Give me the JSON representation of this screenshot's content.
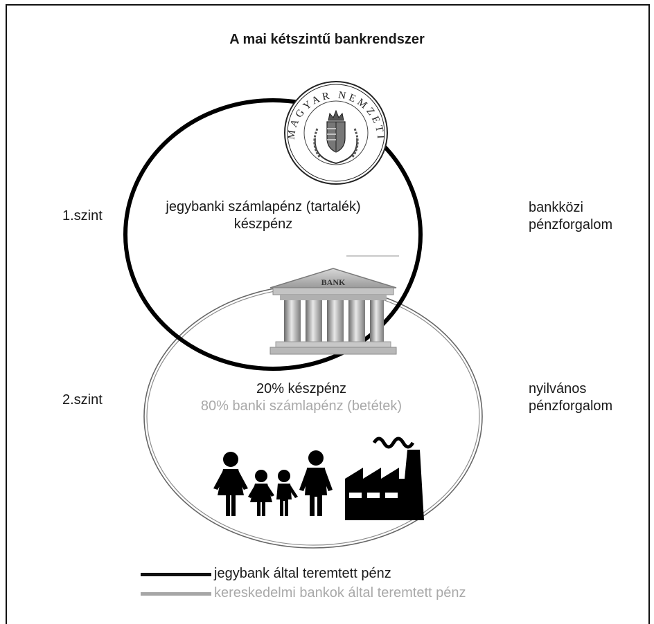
{
  "title": "A mai kétszintű bankrendszer",
  "seal": {
    "ring_text": "MAGYAR NEMZETI BANK"
  },
  "upper_circle": {
    "line1": "jegybanki számlapénz (tartalék)",
    "line2": "készpénz"
  },
  "bank_label": "BANK",
  "lower_circle": {
    "line1": "20% készpénz",
    "line2": "80% banki számlapénz (betétek)"
  },
  "levels": {
    "level1": "1.szint",
    "level2": "2.szint"
  },
  "right_labels": {
    "upper_line1": "bankközi",
    "upper_line2": "pénzforgalom",
    "lower_line1": "nyilvános",
    "lower_line2": "pénzforgalom"
  },
  "legend": [
    {
      "label": "jegybank által teremtett pénz",
      "color": "#111111"
    },
    {
      "label": "kereskedelmi bankok által teremtett pénz",
      "color": "#a6a6a6"
    }
  ],
  "colors": {
    "central_bank_line": "#111111",
    "commercial_bank_line": "#a6a6a6",
    "muted_text": "#a9a9a9"
  }
}
